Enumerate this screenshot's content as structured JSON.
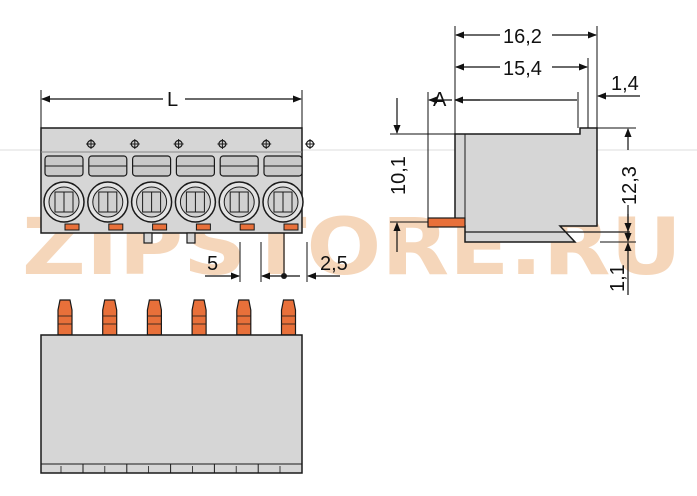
{
  "colors": {
    "body": "#d6d6d6",
    "outline": "#1a1a1a",
    "pin": "#e8703a",
    "watermark": "#f2c9a4",
    "watermark_light": "#ececec"
  },
  "watermark": {
    "text": "ZIPSTORE.RU"
  },
  "dimensions": {
    "length": "L",
    "pitch": "5",
    "offset": "2,5",
    "width_total": "16,2",
    "width_inner": "15,4",
    "edge": "1,4",
    "ref_a": "A",
    "height_left": "10,1",
    "height_right": "12,3",
    "pin_offset": "1,1"
  },
  "front_view": {
    "pole_count": 6
  }
}
